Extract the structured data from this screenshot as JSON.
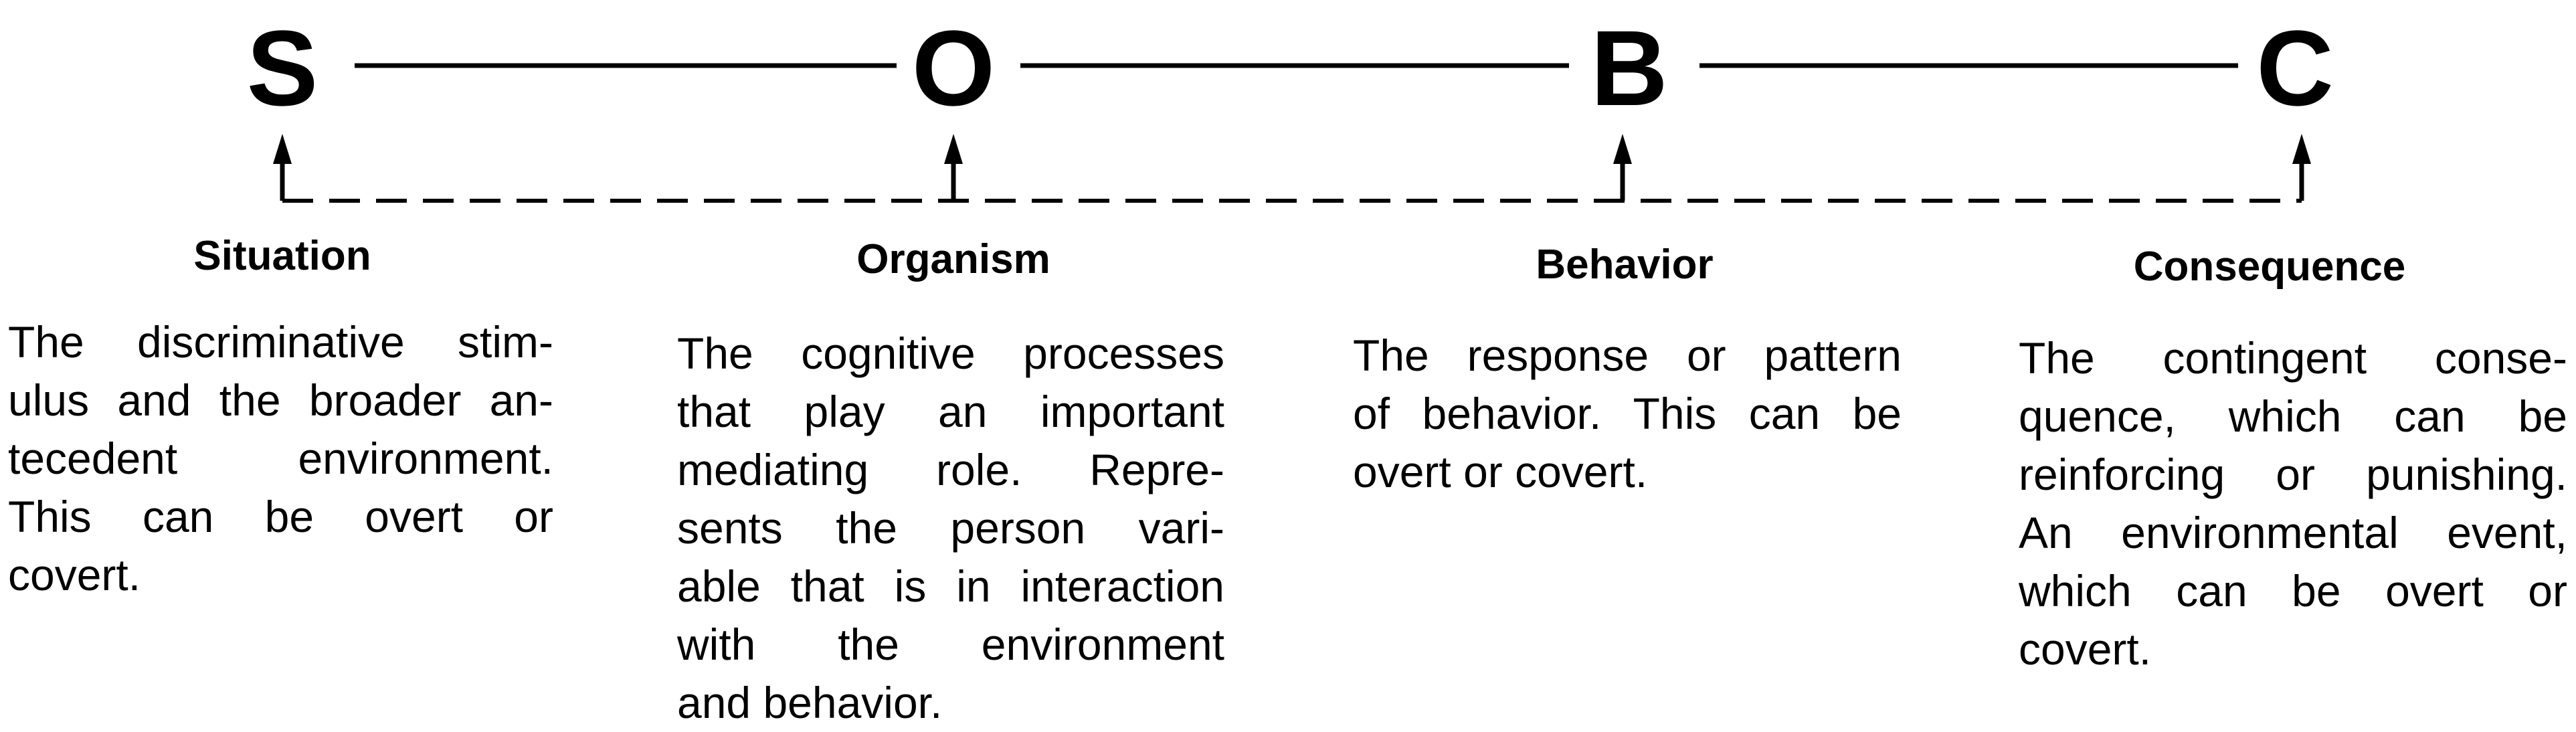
{
  "stages": [
    {
      "letter": "S",
      "heading": "Situation",
      "description_lines": [
        "The discriminative stim-",
        "ulus and the broader an-",
        "tecedent environment.",
        "This can be overt or",
        "covert."
      ]
    },
    {
      "letter": "O",
      "heading": "Organism",
      "description_lines": [
        "The cognitive processes",
        "that play an important",
        "mediating role. Repre-",
        "sents the person vari-",
        "able that is in interaction",
        "with the environment",
        "and behavior."
      ]
    },
    {
      "letter": "B",
      "heading": "Behavior",
      "description_lines": [
        "The response or pattern",
        "of behavior. This can be",
        "overt or covert."
      ]
    },
    {
      "letter": "C",
      "heading": "Consequence",
      "description_lines": [
        "The contingent conse-",
        "quence, which can be",
        "reinforcing or punishing.",
        "An environmental event,",
        "which can be overt or",
        "covert."
      ]
    }
  ]
}
